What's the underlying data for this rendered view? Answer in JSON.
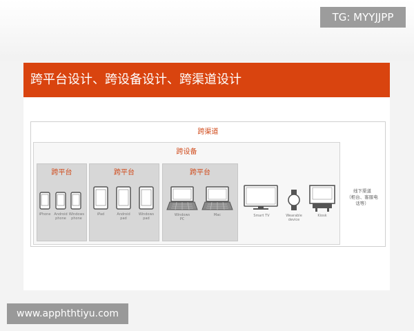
{
  "watermark_top": "TG: MYYJJPP",
  "title": "跨平台设计、跨设备设计、跨渠道设计",
  "diagram": {
    "outer_label": "跨渠道",
    "device_label": "跨设备",
    "panels": [
      {
        "label": "跨平台",
        "devices": [
          "iPhone",
          "Android\nphone",
          "Windows\nphone"
        ]
      },
      {
        "label": "跨平台",
        "devices": [
          "iPad",
          "Android\npad",
          "Windows\npad"
        ]
      },
      {
        "label": "跨平台",
        "devices": [
          "Windows\nPC",
          "Mac"
        ]
      }
    ],
    "loose_devices": [
      "Smart TV",
      "Wearable\ndevice",
      "Kiosk"
    ],
    "offline_note": "线下渠道\n（柜台、客服电\n话等）"
  },
  "watermark_bottom": "www.apphthtiyu.com",
  "colors": {
    "accent": "#d9440f",
    "panel": "#d7d7d7",
    "icon": "#555555"
  }
}
